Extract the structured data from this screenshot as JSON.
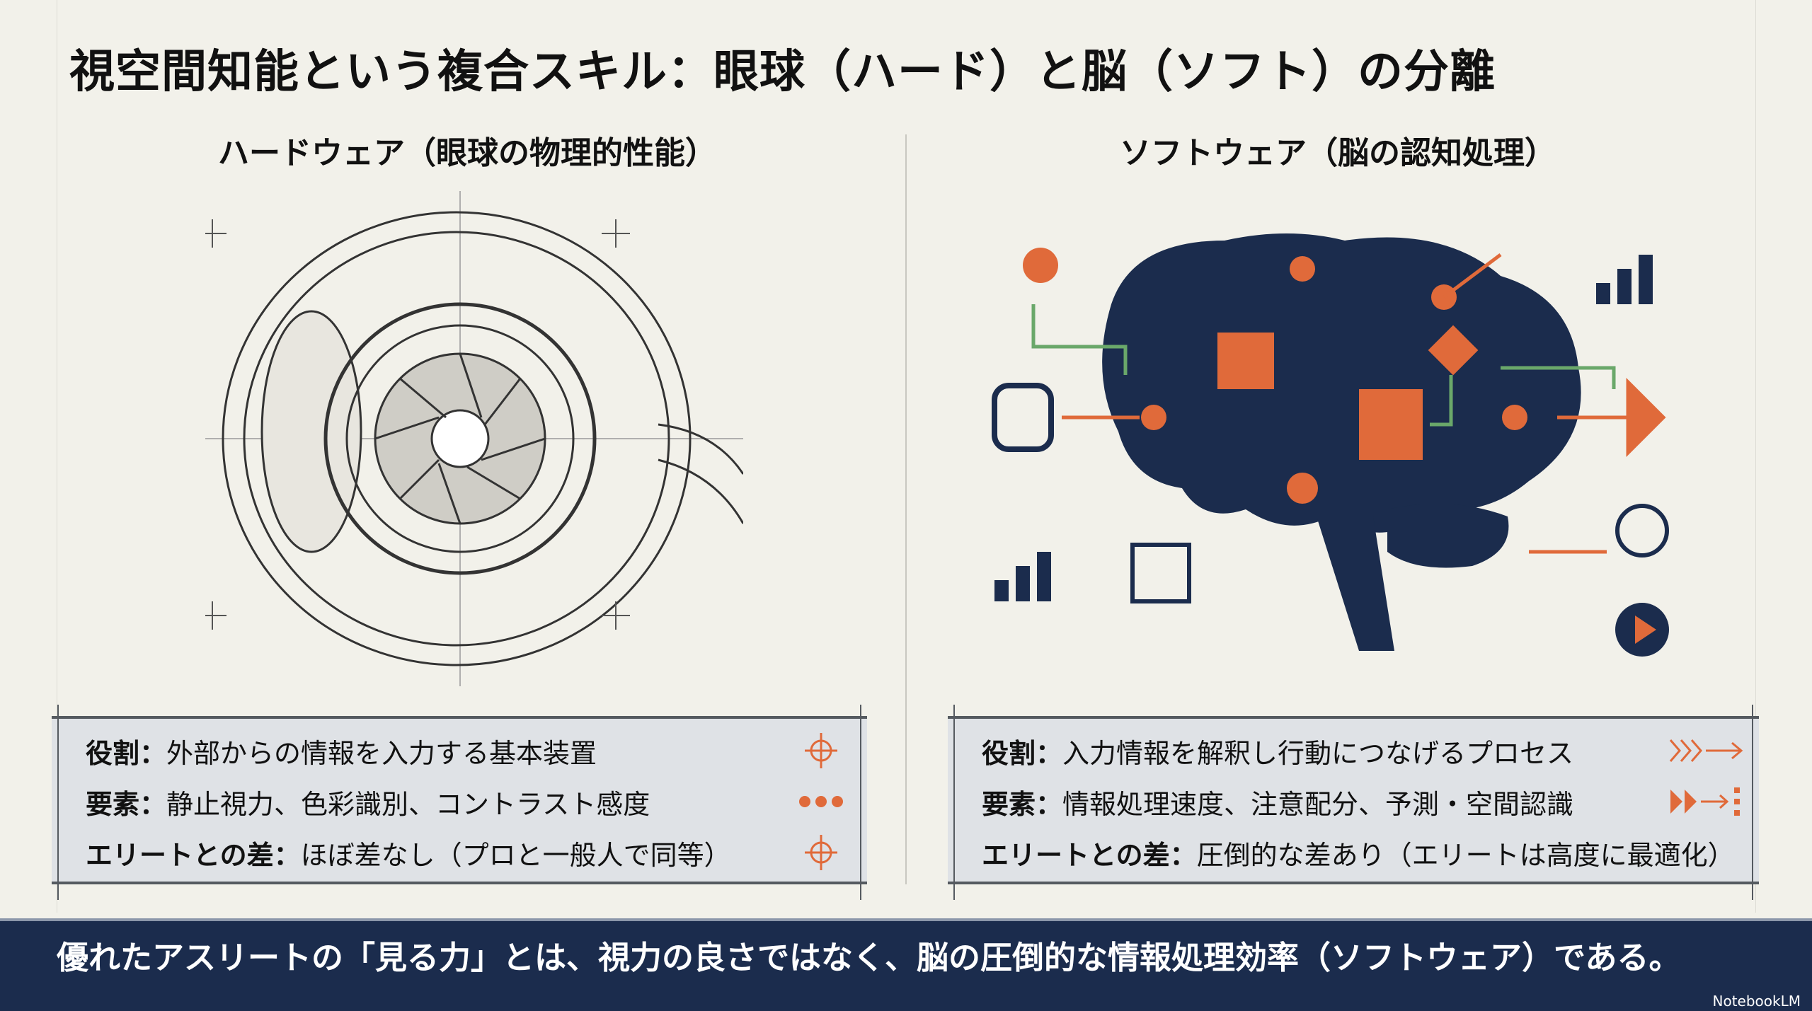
{
  "title": "視空間知能という複合スキル：眼球（ハード）と脳（ソフト）の分離",
  "hardware": {
    "heading": "ハードウェア（眼球の物理的性能）",
    "rows": [
      {
        "label": "役割",
        "value": "外部からの情報を入力する基本装置",
        "icon": "crosshair-icon"
      },
      {
        "label": "要素",
        "value": "静止視力、色彩識別、コントラスト感度",
        "icon": "dots-icon"
      },
      {
        "label": "エリートとの差",
        "value": "ほぼ差なし（プロと一般人で同等）",
        "icon": "crosshair-icon"
      }
    ]
  },
  "software": {
    "heading": "ソフトウェア（脳の認知処理）",
    "rows": [
      {
        "label": "役割",
        "value": "入力情報を解釈し行動につなげるプロセス",
        "icon": "chevron-arrow-icon"
      },
      {
        "label": "要素",
        "value": "情報処理速度、注意配分、予測・空間認識",
        "icon": "play-arrow-icon"
      },
      {
        "label": "エリートとの差",
        "value": "圧倒的な差あり（エリートは高度に最適化）",
        "icon": ""
      }
    ]
  },
  "sep": "：",
  "banner": "優れたアスリートの「見る力」とは、視力の良さではなく、脳の圧倒的な情報処理効率（ソフトウェア）である。",
  "brand": "NotebookLM",
  "colors": {
    "accent": "#e06a3a",
    "navy": "#1b2c4d",
    "green": "#6aa86a",
    "bg": "#f2f1ea"
  }
}
